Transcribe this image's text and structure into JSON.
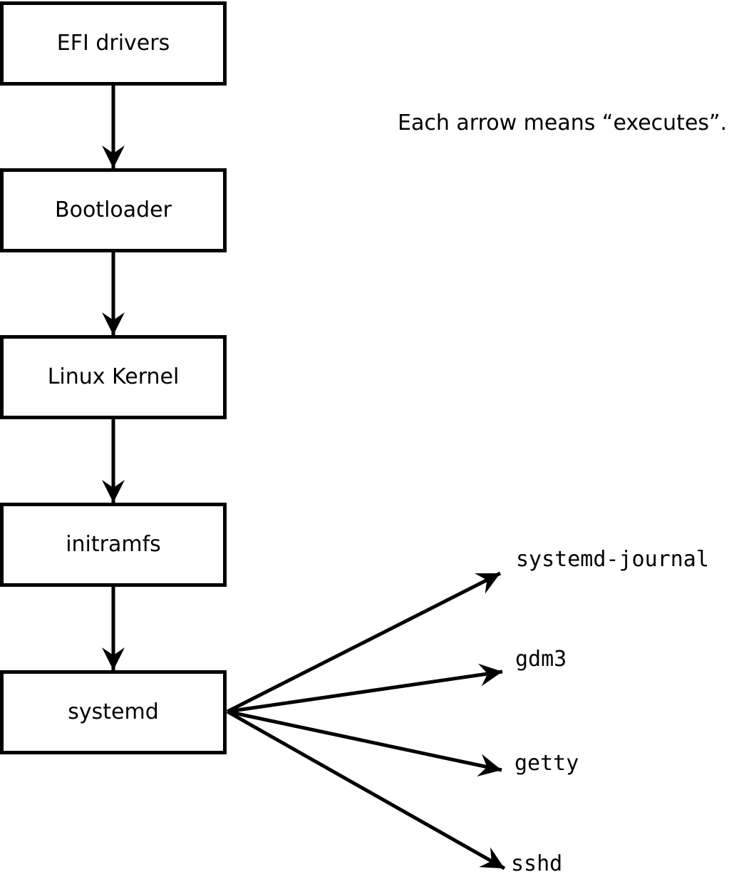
{
  "note": {
    "text": "Each arrow means “executes”."
  },
  "boot_chain": {
    "nodes": [
      {
        "id": "efi-drivers",
        "label": "EFI drivers"
      },
      {
        "id": "bootloader",
        "label": "Bootloader"
      },
      {
        "id": "linux-kernel",
        "label": "Linux Kernel"
      },
      {
        "id": "initramfs",
        "label": "initramfs"
      },
      {
        "id": "systemd",
        "label": "systemd"
      }
    ]
  },
  "spawned_services": {
    "items": [
      {
        "id": "systemd-journal",
        "label": "systemd-journal"
      },
      {
        "id": "gdm3",
        "label": "gdm3"
      },
      {
        "id": "getty",
        "label": "getty"
      },
      {
        "id": "sshd",
        "label": "sshd"
      }
    ]
  },
  "colors": {
    "foreground": "#000000",
    "background": "#ffffff"
  }
}
